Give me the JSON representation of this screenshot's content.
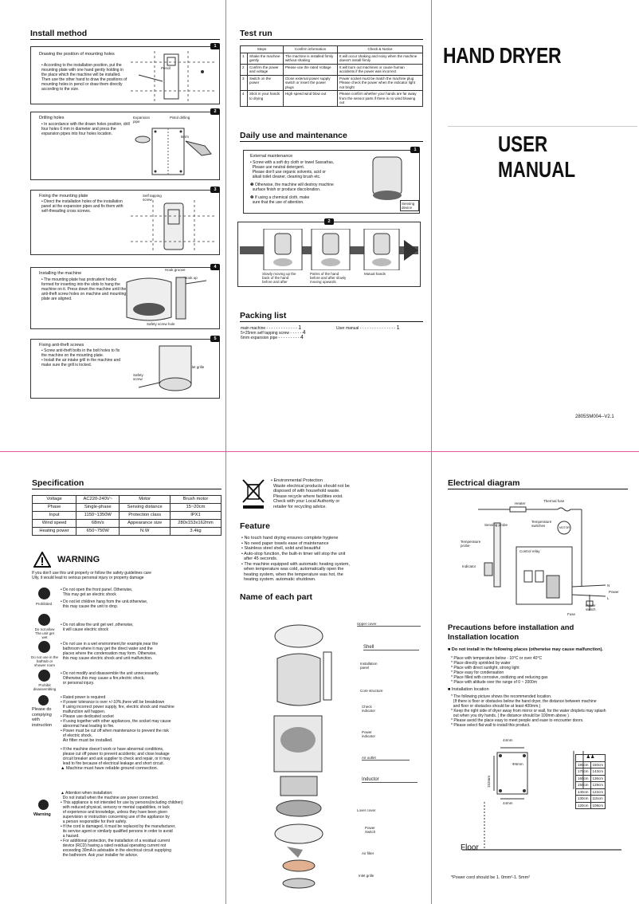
{
  "install": {
    "title": "Install method",
    "steps": [
      {
        "n": "1",
        "heading": "Drawing the position of mounting holes",
        "text": "• According to the installation position, put the mounting plate with one hand gently holding in the place which the machine will be installed. Then use the other hand to draw the positions of mounting holes in pencil or draw them directly according to the size.",
        "labels": [
          "Pencil"
        ]
      },
      {
        "n": "2",
        "heading": "Drilling holes",
        "text": "• In accordance with the drawn holes position, drill four holes 6 mm in diameter and press the expansion pipes into four holes location.",
        "labels": [
          "Expansion pipe",
          "Pistol drilling",
          "6mm"
        ]
      },
      {
        "n": "3",
        "heading": "Fixing the mounting plate",
        "text": "• Direct the installation holes of the installation panel at the expansion pipes and fix them with self-threading cross screws.",
        "labels": [
          "Self tapping screw"
        ]
      },
      {
        "n": "4",
        "heading": "Installing the machine",
        "text": "• The mounting plate has protrudent hooks formed for inserting into the slots to hang the machine on it. Press down the machine until the anti-theft screw holes on machine and mounting plate are aligned.",
        "labels": [
          "Hook groove",
          "Hook up",
          "Safety screw hole"
        ]
      },
      {
        "n": "5",
        "heading": "Fixing anti-theft screws",
        "text": "• Screw anti-theft bolts in the bolt holes to fix the machine on the mounting plate.\n• Install the air intake grill in the machine and make sure the grill is locked.",
        "labels": [
          "Inlet grille",
          "Safety screw"
        ]
      }
    ]
  },
  "testrun": {
    "title": "Test run",
    "headers": [
      "Steps",
      "Confirm information",
      "Check & Notice"
    ],
    "rows": [
      [
        "1",
        "Shake the machine gently",
        "The machine is installed firmly without shaking",
        "It will occur shaking and noisy when the machine doesn't install firmly"
      ],
      [
        "2",
        "Confirm the power and voltage",
        "Please use the rated Voltage",
        "It will burn out machines or cause human accidents if the power was incorrect"
      ],
      [
        "3",
        "Switch on the power",
        "Close external power supply switch or insert the power plugs",
        "Power socket must be match the machine plug\nPlease check the power when the indicator light not bright"
      ],
      [
        "4",
        "Stick in your hands to drying",
        "High speed wind blow out",
        "Please confirm whether your hands are far away from the sensor parts if there is no wind blowing out"
      ]
    ]
  },
  "daily": {
    "title": "Daily use and maintenance",
    "ext_heading": "External maintenance",
    "ext_lines": [
      "• Screw with a soft dry cloth or towel Sassafras,",
      "  Please use neutral detergent.",
      "  Please don't use organic solvents, acid or",
      "  alkali toilet cleaner, cleaning brush etc.",
      "❶ Otherwise, the machine will destroy machine",
      "  surface finish or produce discoloration.",
      "❷ If using a chemical cloth, make",
      "  sure that the use of attention."
    ],
    "sensing": "Sensing device",
    "captions": [
      "Slowly moving up the back of the hand before and after",
      "Palms of the hand before and after slowly moving upwards",
      "Mutual hands"
    ]
  },
  "packing": {
    "title": "Packing list",
    "items": [
      {
        "name": "main machine - - - - - - - - - - - - -",
        "qty": "1"
      },
      {
        "name": "5×25mm self tapping screw - - - - -",
        "qty": "4"
      },
      {
        "name": "6mm expansion pipe - - - - - - - - -",
        "qty": "4"
      },
      {
        "name": "User manual - - - - - - - - - - - - - - -",
        "qty": "1"
      }
    ]
  },
  "cover": {
    "title1": "HAND DRYER",
    "title2": "USER MANUAL",
    "code": "2805SM004--V2.1"
  },
  "spec": {
    "title": "Specification",
    "rows": [
      [
        "Voltage",
        "AC220-240V~",
        "Motor",
        "Brush motor"
      ],
      [
        "Phase",
        "Single-phase",
        "Sensing distance",
        "15~20cm"
      ],
      [
        "Input",
        "1150~1350W",
        "Protection class",
        "IPX1"
      ],
      [
        "Wind speed",
        "68m/s",
        "Appearance size",
        "280x153x162mm"
      ],
      [
        "Heating power",
        "650~750W",
        "N.W",
        "3.4kg"
      ]
    ]
  },
  "warning": {
    "title": "WARNING",
    "intro": "If you don't use this unit properly or follow the safety guidelines care\nUlly, it would lead to serious personal injury or property damage",
    "blocks": [
      {
        "icon": "Prohibited",
        "lines": [
          "• Do not open the front panel .Otherwise,",
          "  This may get an electric shock",
          "• Do not let children hang from the unit.otherwise,",
          "  this may cause the unit to drop."
        ]
      },
      {
        "icon": "Do not allow The unit get wet",
        "lines": [
          "• Do not allow the unit get wet ,otherwise,",
          "  it will cause electric shock"
        ]
      },
      {
        "icon": "Do not use in the bathtub or shower room",
        "lines": [
          "• Do not use in a wet environment,for example,near the",
          "  bathroom where it may get the direct water and the",
          "  places where the condensation may form. Otherwise,",
          "  this may cause electric shock and unit malfunction."
        ]
      },
      {
        "icon": "Prohibit disassembling",
        "lines": [
          "• Do not modify and disassemble the unit unnecessarily.",
          "  Otherwise,this may cause a fire,electric shock,",
          "  or personal injury."
        ]
      },
      {
        "icon": "Please do complying with instruction",
        "lines": [
          "• Rated power is required",
          "• If power tolerance is over +/-10%,there will be breakdown",
          "  If using incorrect power supply, fire, electric shock and machine",
          "  malfunction will happen.",
          "• Please use dedicated socket",
          "• If using together with other appliances, the socket may cause",
          "  abnormal heat leading to fire.",
          "• Power must be cut off when maintenance to prevent the risk",
          "  of electric shock.",
          "  Air filter must be installed.",
          "",
          "• If the machine doesn't work or have abnormal conditions,",
          "  please cut off power to prevent accidents; and close leakage",
          "  circuit breaker and ask supplier to check and repair, or it may",
          "  lead to fire because of electrical leakage and short circuit.",
          "▲ Machine must have reliable ground connection."
        ]
      },
      {
        "icon": "Warning",
        "lines": [
          "▲ Attention when installation:",
          "  Do not install when the machine are power connected.",
          "• This appliance is not intended for use by persons(including children)",
          "  with reduced physical, sensory or mental capabilities, or lack",
          "  of experience and knowledge, unless they have been given",
          "  supervision or instruction concerning use of the appliance by",
          "  a person responsible for their safety.",
          "• If the cord is damaged, it must be replaced by the manufacturer,",
          "  its service agent or similarly qualified persons in order to avoid",
          "  a hazard.",
          "• For additional protection, the installation of a residual current",
          "  device (RCD) having a rated residual operating current not",
          "  exceeding 30mA is advisable in the electrical circuit supplying",
          "  the bathroom. Ask your installer for advice."
        ]
      }
    ]
  },
  "env": {
    "lines": [
      "• Environmental Protection",
      "  Waste electrical products should not be",
      "  disposed of with household waste.",
      "  Please recycle where facilities exist.",
      "  Check with your Local Authority or",
      "  retailer for recycling advice."
    ]
  },
  "feature": {
    "title": "Feature",
    "lines": [
      "• No touch hand drying ensures complete hygiene",
      "• No need paper towels ease of maintenance",
      "• Stainless steel shell, solid and beautiful",
      "• Auto-stop function, the built-in timer will stop the unit",
      "  after 45 seconds.",
      "• The machine equipped with automatic heating system,",
      "  when temperature was cold, automatically open the",
      "  heating system, when the temperature was hot, the",
      "  heating system. automatic shutdown."
    ]
  },
  "parts": {
    "title": "Name of each part",
    "labels": [
      "Upper cover",
      "Shell",
      "Installation panel",
      "Core structure",
      "Check indicator",
      "Power indicator",
      "Air outlet",
      "Inductor",
      "Lover cover",
      "Power Switch",
      "Air filter",
      "Inlet grille"
    ]
  },
  "elec": {
    "title": "Electrical diagram",
    "labels": [
      "Heater",
      "Thermal fuse",
      "Sensing probe",
      "Temperature switches",
      "MOTOR",
      "Temperature probe",
      "Control relay",
      "Indicator",
      "N",
      "Power",
      "L",
      "Power switch",
      "Fuse"
    ]
  },
  "precautions": {
    "title1": "Precautions before installation and",
    "title2": "Installation location",
    "h1": "■ Do not install in the following places (otherwise may cause malfunction).",
    "list1": [
      "* Place with temperature below - 10°C or over 40°C",
      "* Place directly sprinkled by water",
      "* Place with direct sunlight, strong light",
      "* Place easy for condensation",
      "* Place filled with corrosive, oxidizing and reducing gas",
      "* Place with altitude over the range of 0 ~ 2000m"
    ],
    "h2": "■ Installation location",
    "list2": [
      "* The following picture shows the recommended location.",
      "  (If there is floor or obstacles below the hand dryer, the distance between machine",
      "  and floor or obstacles should be at least 400mm.)",
      "* Keep the right side of dryer away from mirror or wall, for the water droplets may splash",
      "  out when you dry hands. ( the distance should be 100mm above )",
      "* Please avoid the place easy to meet people and ease to encounter doors.",
      "* Please select flat wall to install this product."
    ],
    "dims": {
      "top": "44mm",
      "hole": "Φ6mm",
      "side": "152mm",
      "bottom": "44mm"
    },
    "floor": "Floor",
    "height_table": [
      [
        "180cm",
        "150cm"
      ],
      [
        "170cm",
        "143cm"
      ],
      [
        "160cm",
        "136cm"
      ],
      [
        "150cm",
        "129cm"
      ],
      [
        "140cm",
        "122cm"
      ],
      [
        "130cm",
        "115cm"
      ],
      [
        "120cm",
        "108cm"
      ]
    ],
    "note": "*Power cord should be 1. 0mm²-1. 5mm²"
  }
}
